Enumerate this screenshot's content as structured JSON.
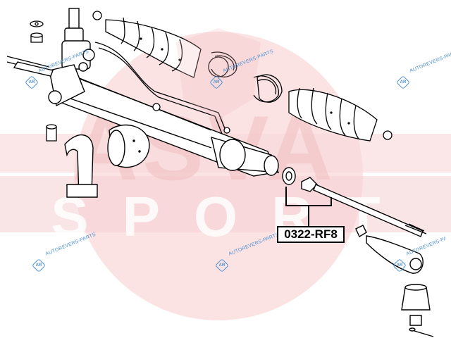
{
  "diagram": {
    "part_number": "0322-RF8",
    "brand_watermark": "ASVA SPORT",
    "site_watermark": "AUTOREVERS-PARTS",
    "logo_watermark": "AR",
    "colors": {
      "watermark_red": "#f4c9cb",
      "watermark_blue": "#4a8fd0",
      "line_art": "#000000"
    }
  }
}
